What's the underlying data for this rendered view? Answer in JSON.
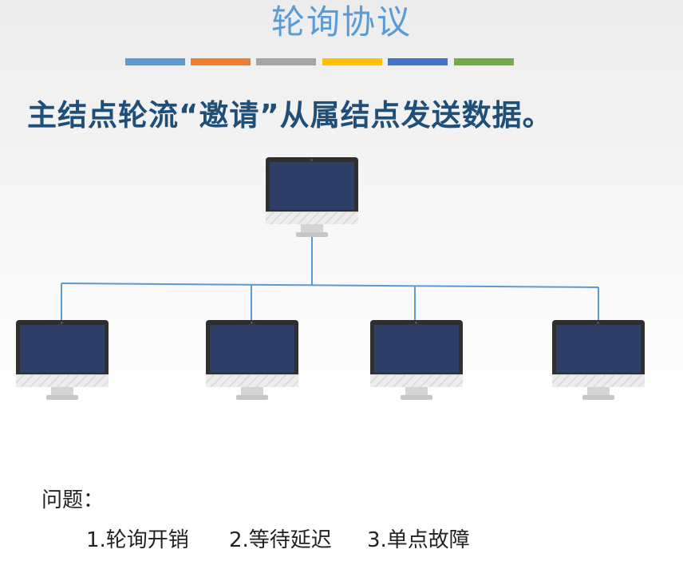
{
  "title": "轮询协议",
  "color_bars": [
    "#5b9bd5",
    "#ed7d31",
    "#a5a5a5",
    "#ffc000",
    "#4472c4",
    "#70ad47"
  ],
  "headline": "主结点轮流“邀请”从属结点发送数据。",
  "connector_color": "#5b9bd5",
  "question_label": "问题：",
  "issues": [
    "1.轮询开销",
    "2.等待延迟",
    "3.单点故障"
  ]
}
